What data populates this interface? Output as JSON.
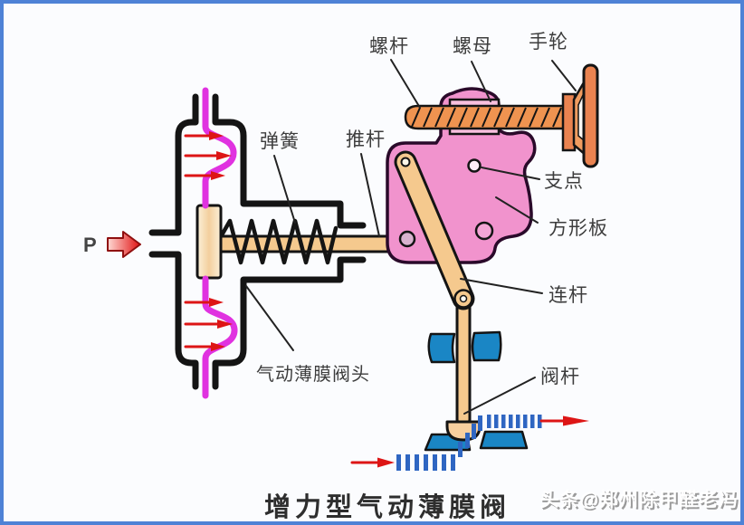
{
  "meta": {
    "caption": "增力型气动薄膜阀",
    "watermark": "头条@郑州除甲醛老冯"
  },
  "labels": {
    "pressure": "P",
    "screw_rod": "螺杆",
    "nut": "螺母",
    "handwheel": "手轮",
    "spring": "弹簧",
    "push_rod": "推杆",
    "fulcrum": "支点",
    "square_plate": "方形板",
    "connecting_rod": "连杆",
    "valve_stem": "阀杆",
    "diaphragm_valve_head": "气动薄膜阀头"
  },
  "colors": {
    "frame_blue": "#4e82d6",
    "outline_black": "#141414",
    "diaphragm_magenta": "#e032e0",
    "arrow_red": "#dd1515",
    "rod_tan": "#f5c98e",
    "plate_cream": "#f7ddb5",
    "square_plate_pink": "#f193cd",
    "nut_pink": "#f8c0de",
    "screw_orange": "#ef9350",
    "handwheel_orange": "#ea8350",
    "valve_body_blue": "#1a86c5",
    "flow_dash_blue": "#2f66c2"
  }
}
